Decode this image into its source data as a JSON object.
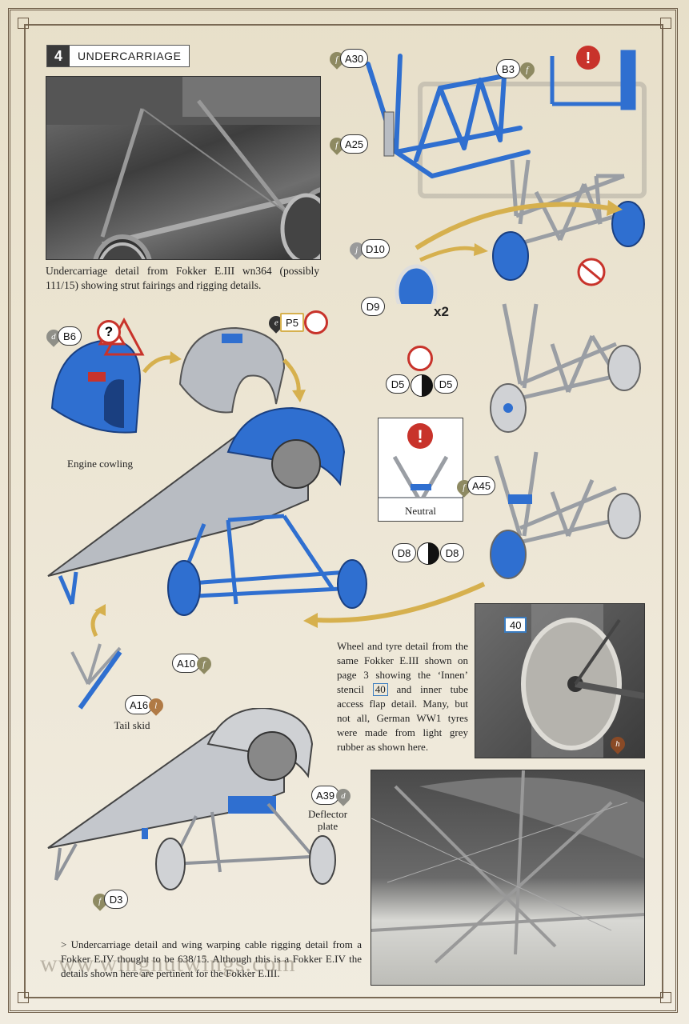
{
  "step": {
    "number": "4",
    "title": "UNDERCARRIAGE"
  },
  "photos": {
    "top_caption": "Undercarriage detail from Fokker E.III wn364 (possibly 111/15) showing strut fairings and rigging details.",
    "wheel_caption_parts": [
      "Wheel and tyre detail from the same Fokker E.III shown on page 3 showing the ‘Innen’ stencil ",
      "40",
      " and inner tube access flap detail. Many, but not all, German WW1 tyres were made from light grey rubber as shown here."
    ],
    "bottom_caption": "> Undercarriage detail and wing warping cable rigging detail from a Fokker E.IV thought to be 638/15. Although this is a Fokker E.IV the details shown here are pertinent for the Fokker E.III."
  },
  "labels": {
    "engine_cowling": "Engine cowling",
    "tail_skid": "Tail skid",
    "deflector_plate": "Deflector plate",
    "neutral": "Neutral",
    "x2": "x2"
  },
  "callouts": {
    "A30": "A30",
    "B3": "B3",
    "A25": "A25",
    "D10": "D10",
    "D9": "D9",
    "B6": "B6",
    "P5": "P5",
    "D5a": "D5",
    "D5b": "D5",
    "A45": "A45",
    "D8a": "D8",
    "D8b": "D8",
    "A10": "A10",
    "A16": "A16",
    "A39": "A39",
    "D3": "D3",
    "stencil_40": "40"
  },
  "paint_codes": {
    "f": "f",
    "j": "j",
    "d": "d",
    "e": "e",
    "l": "l",
    "h": "h"
  },
  "colors": {
    "part_blue": "#2f6fd0",
    "part_grey": "#b8bcc2",
    "paint_f": "#8e8a62",
    "paint_j": "#9a9a9a",
    "paint_d": "#8f8f88",
    "paint_e": "#333333",
    "paint_l": "#b07a45",
    "paint_h": "#8a4a26",
    "warning_red": "#c8332b",
    "arrow_gold": "#d6b04e"
  },
  "watermark": "www.wingnutwings.com"
}
